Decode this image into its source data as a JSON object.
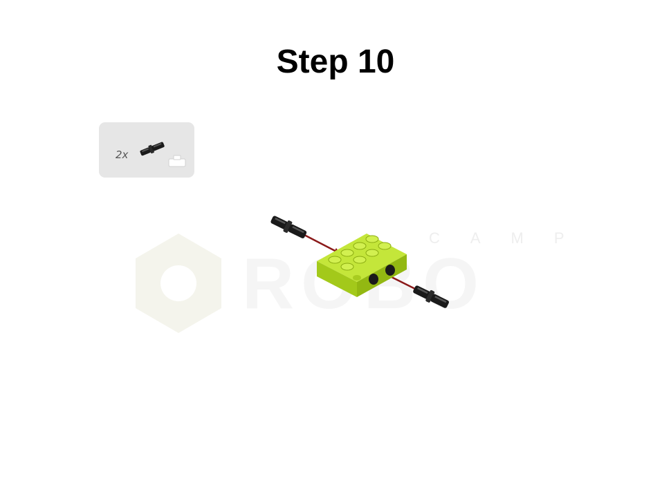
{
  "title": "Step 10",
  "parts_list": {
    "quantity_label": "2x",
    "part_icon": "black-technic-connector-pin-icon"
  },
  "watermark": {
    "brand_small": "CAMP",
    "brand_large": "ROBO"
  },
  "colors": {
    "brick": "#b5dc20",
    "pin": "#1a1a1a",
    "arrow": "#8b1a1a",
    "callout_bg": "#e6e6e6",
    "watermark": "#f6f6f6"
  }
}
